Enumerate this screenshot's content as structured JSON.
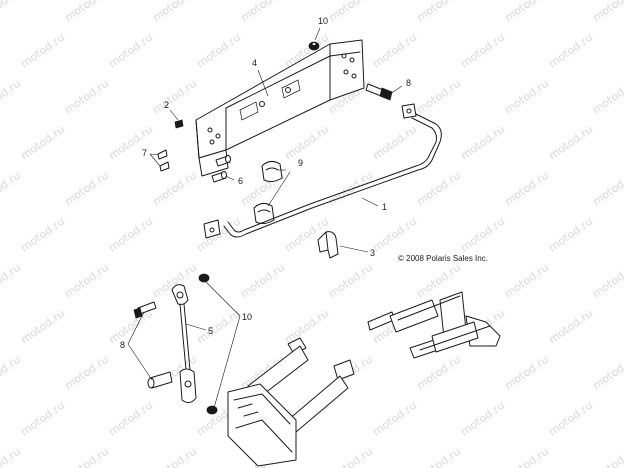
{
  "callouts": {
    "c1": "1",
    "c2": "2",
    "c3": "3",
    "c4": "4",
    "c5": "5",
    "c6": "6",
    "c7": "7",
    "c8_top": "8",
    "c8_bottom": "8",
    "c9": "9",
    "c10_top": "10",
    "c10_bottom": "10"
  },
  "copyright": "© 2008 Polaris Sales Inc.",
  "watermark": "motod.ru",
  "colors": {
    "ink": "#1a1a1a",
    "watermark": "#d8d8d8",
    "background": "#ffffff"
  }
}
